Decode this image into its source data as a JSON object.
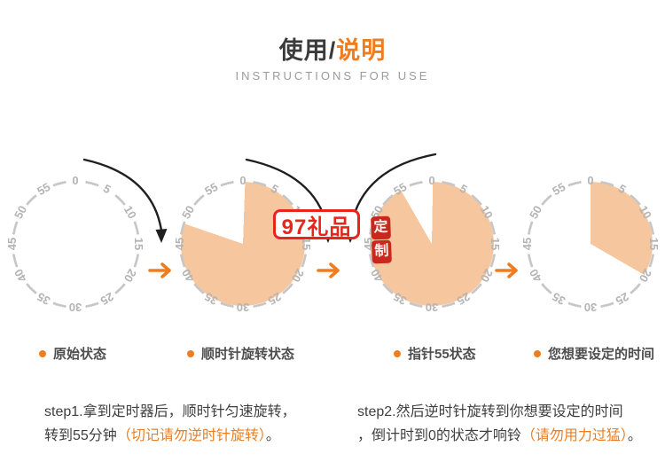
{
  "header": {
    "title_dark": "使用/",
    "title_orange": "说明",
    "subtitle": "INSTRUCTIONS FOR USE"
  },
  "watermark": {
    "text": "97礼品",
    "seal_chars": [
      "定",
      "制"
    ]
  },
  "dial_row": {
    "labels": [
      "0",
      "5",
      "10",
      "15",
      "20",
      "25",
      "30",
      "35",
      "40",
      "45",
      "50",
      "55"
    ],
    "dials": [
      {
        "name": "original-state",
        "fill_start": 0,
        "fill_end": 0
      },
      {
        "name": "clockwise-rotating",
        "fill_start": 2,
        "fill_end": 289
      },
      {
        "name": "pointer-at-55",
        "fill_start": 1,
        "fill_end": 330
      },
      {
        "name": "desired-set-time",
        "fill_start": 0,
        "fill_end": 120
      }
    ]
  },
  "captions": [
    {
      "label": "原始状态"
    },
    {
      "label": "顺时针旋转状态"
    },
    {
      "label": "指针55状态"
    },
    {
      "label": "您想要设定的时间"
    }
  ],
  "steps": [
    {
      "line1": "step1.拿到定时器后，顺时针匀速旋转，",
      "line2_dark": "转到55分钟",
      "line2_orange": "（切记请勿逆时针旋转）",
      "line2_end": "。"
    },
    {
      "line1": "step2.然后逆时针旋转到你想要设定的时间",
      "line2_dark": "，倒计时到0的状态才响铃",
      "line2_orange": "（请勿用力过猛）",
      "line2_end": "。"
    }
  ],
  "colors": {
    "accent": "#ef7d1f",
    "dial_fill": "#f6c79f",
    "watermark_red": "#e8251d",
    "seal_red": "#c9281c",
    "number_gray": "#b4b4b4",
    "dot_gray": "#c6c6c6",
    "arrow_black": "#1f1f1f",
    "text_dark": "#3f3f3f",
    "text_gray": "#9b9b9b"
  }
}
